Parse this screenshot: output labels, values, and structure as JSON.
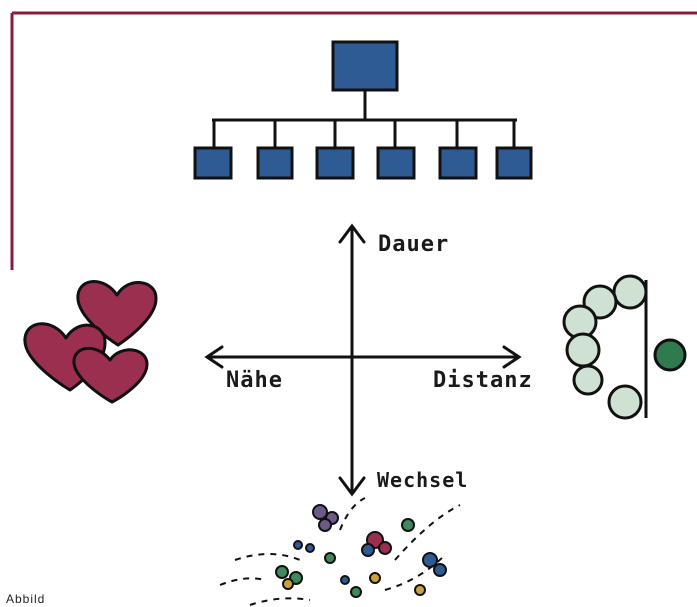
{
  "diagram": {
    "frame_color": "#8b1a3a",
    "org_box_color": "#2f5b94",
    "heart_color": "#9a2f4f",
    "circle_color": "#2f7a4e",
    "labels": {
      "top": "Dauer",
      "bottom": "Wechsel",
      "left": "Nähe",
      "right": "Distanz"
    },
    "corner_text": "Abbild"
  }
}
